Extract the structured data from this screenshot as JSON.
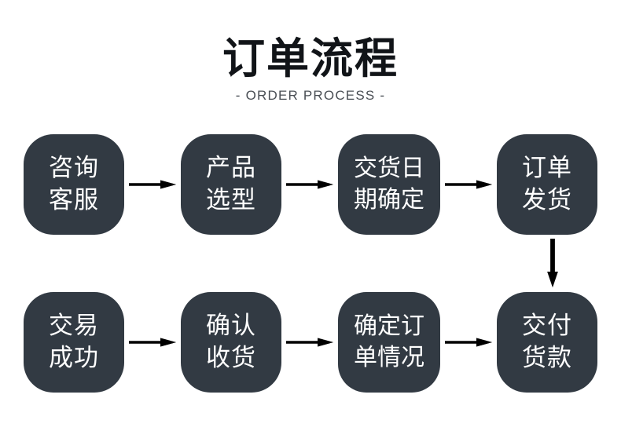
{
  "header": {
    "title": "订单流程",
    "subtitle": "- ORDER PROCESS -"
  },
  "theme": {
    "node_fill": "#323a43",
    "node_text": "#ffffff",
    "title_color": "#111418",
    "subtitle_color": "#4a4f55",
    "arrow_color": "#000000",
    "background": "#ffffff"
  },
  "flow": {
    "row_top": {
      "nodes": [
        {
          "id": "consult-service",
          "lines": [
            "咨询",
            "客服"
          ],
          "wide": false
        },
        {
          "id": "product-select",
          "lines": [
            "产品",
            "选型"
          ],
          "wide": false
        },
        {
          "id": "delivery-date",
          "lines": [
            "交货日",
            "期确定"
          ],
          "wide": true
        },
        {
          "id": "order-shipment",
          "lines": [
            "订单",
            "发货"
          ],
          "wide": false
        }
      ],
      "arrows": [
        "arrow-right",
        "arrow-right",
        "arrow-right"
      ]
    },
    "row_bottom": {
      "nodes": [
        {
          "id": "trade-success",
          "lines": [
            "交易",
            "成功"
          ],
          "wide": false
        },
        {
          "id": "confirm-receipt",
          "lines": [
            "确认",
            "收货"
          ],
          "wide": false
        },
        {
          "id": "confirm-order",
          "lines": [
            "确定订",
            "单情况"
          ],
          "wide": true
        },
        {
          "id": "deliver-payment",
          "lines": [
            "交付",
            "货款"
          ],
          "wide": false
        }
      ],
      "arrows": [
        "arrow-right",
        "arrow-right",
        "arrow-right"
      ]
    },
    "connector": {
      "id": "down-connector",
      "direction": "down"
    }
  }
}
